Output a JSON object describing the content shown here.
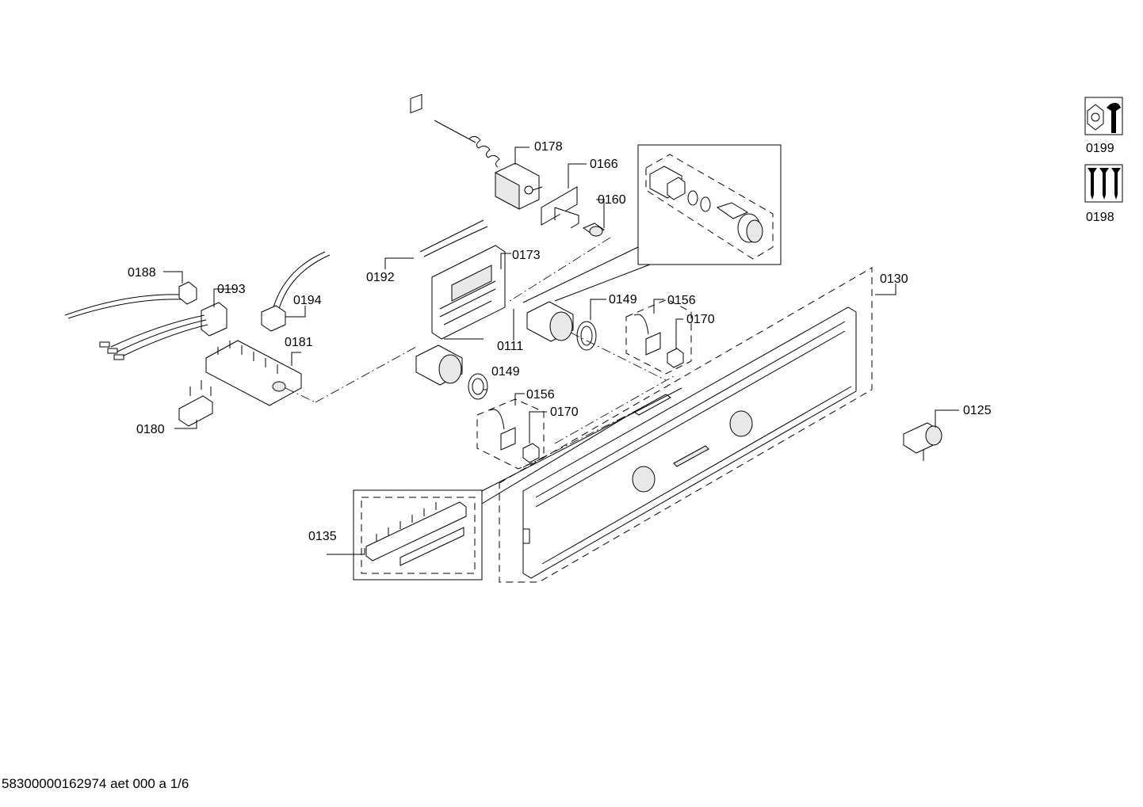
{
  "labels": {
    "p0178": "0178",
    "p0166": "0166",
    "p0160": "0160",
    "p0173": "0173",
    "p0192": "0192",
    "p0188": "0188",
    "p0193": "0193",
    "p0194": "0194",
    "p0181": "0181",
    "p0180": "0180",
    "p0111": "0111",
    "p0149a": "0149",
    "p0156a": "0156",
    "p0170a": "0170",
    "p0149b": "0149",
    "p0156b": "0156",
    "p0170b": "0170",
    "p0130": "0130",
    "p0135": "0135",
    "p0125": "0125",
    "p0199": "0199",
    "p0198": "0198"
  },
  "icons": {
    "service_tool": "wrench-nut-icon",
    "screws": "screw-set-icon"
  },
  "footer": "58300000162974 aet 000 a 1/6"
}
